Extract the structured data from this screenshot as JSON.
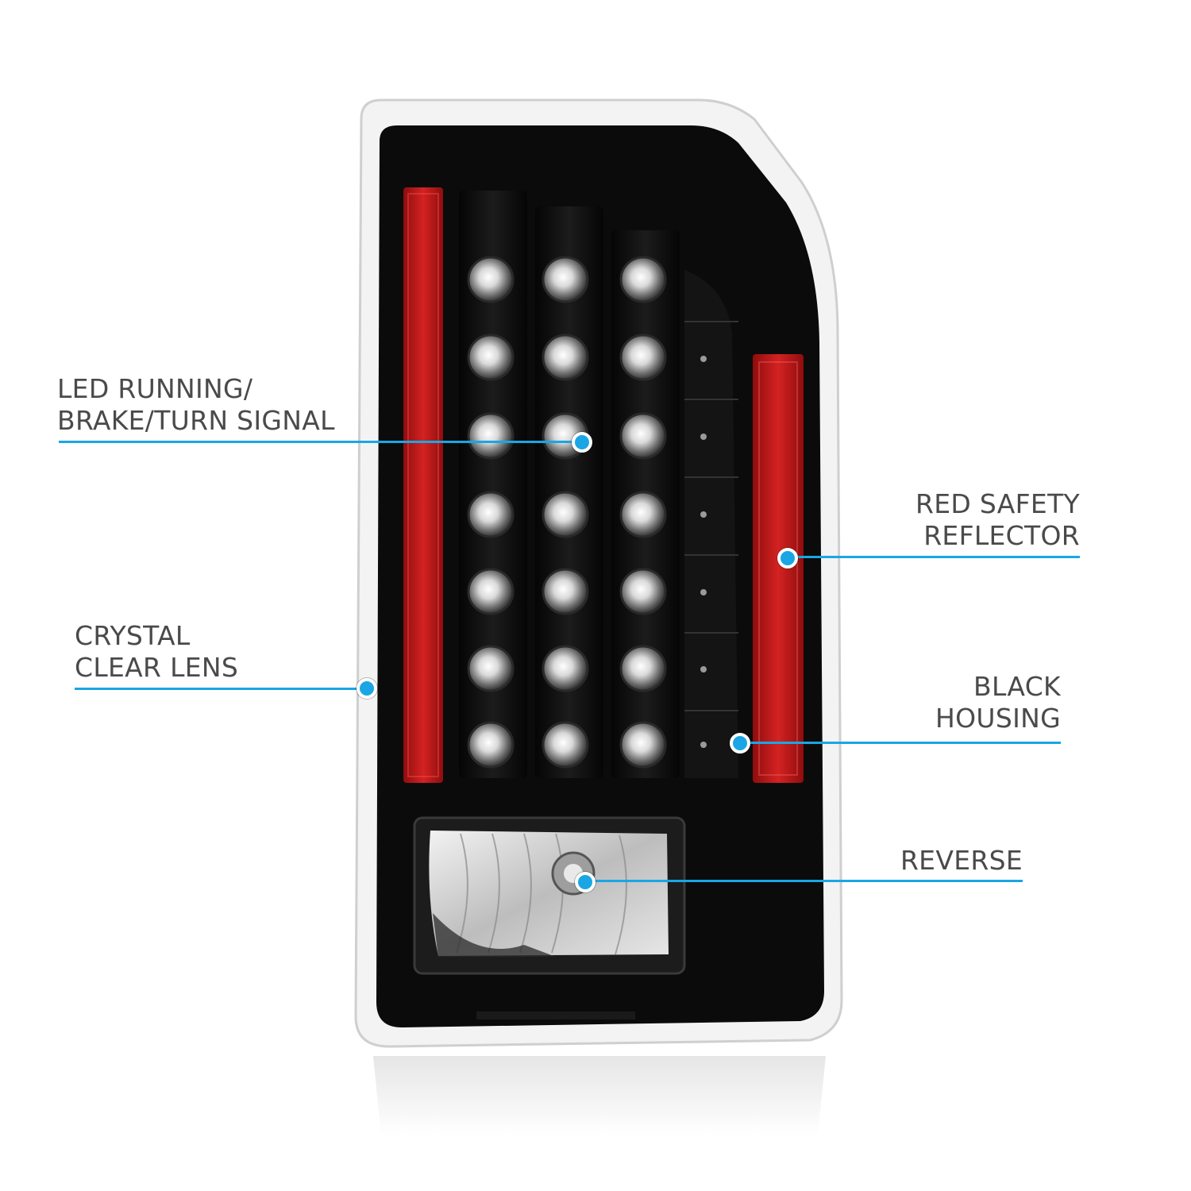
{
  "colors": {
    "accent": "#1aa6e4",
    "label_text": "#4a4a4a",
    "housing": "#0b0b0b",
    "reflector": "#c41a1a"
  },
  "callouts": {
    "led": {
      "line1": "LED RUNNING/",
      "line2": "BRAKE/TURN SIGNAL"
    },
    "lens": {
      "line1": "CRYSTAL",
      "line2": "CLEAR LENS"
    },
    "reflector": {
      "line1": "RED SAFETY",
      "line2": "REFLECTOR"
    },
    "housing": {
      "line1": "BLACK",
      "line2": "HOUSING"
    },
    "reverse": {
      "line1": "REVERSE"
    }
  }
}
